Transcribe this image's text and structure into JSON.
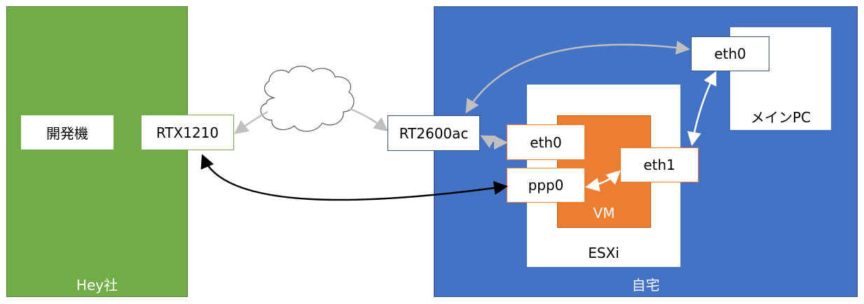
{
  "zones": {
    "office": {
      "label": "Hey社",
      "color": "#70ad47"
    },
    "home": {
      "label": "自宅",
      "color": "#4472c4"
    }
  },
  "nodes": {
    "dev_machine": "開発機",
    "rtx1210": "RTX1210",
    "rt2600ac": "RT2600ac",
    "esxi_eth0": "eth0",
    "vm_ppp0": "ppp0",
    "vm_eth1": "eth1",
    "main_pc_eth0": "eth0"
  },
  "containers": {
    "esxi": "ESXi",
    "vm": "VM",
    "main_pc": "メインPC"
  },
  "colors": {
    "vm": "#ed7d31",
    "arrow_gray": "#bfbfbf",
    "arrow_white": "#ffffff",
    "arrow_black": "#000000"
  }
}
